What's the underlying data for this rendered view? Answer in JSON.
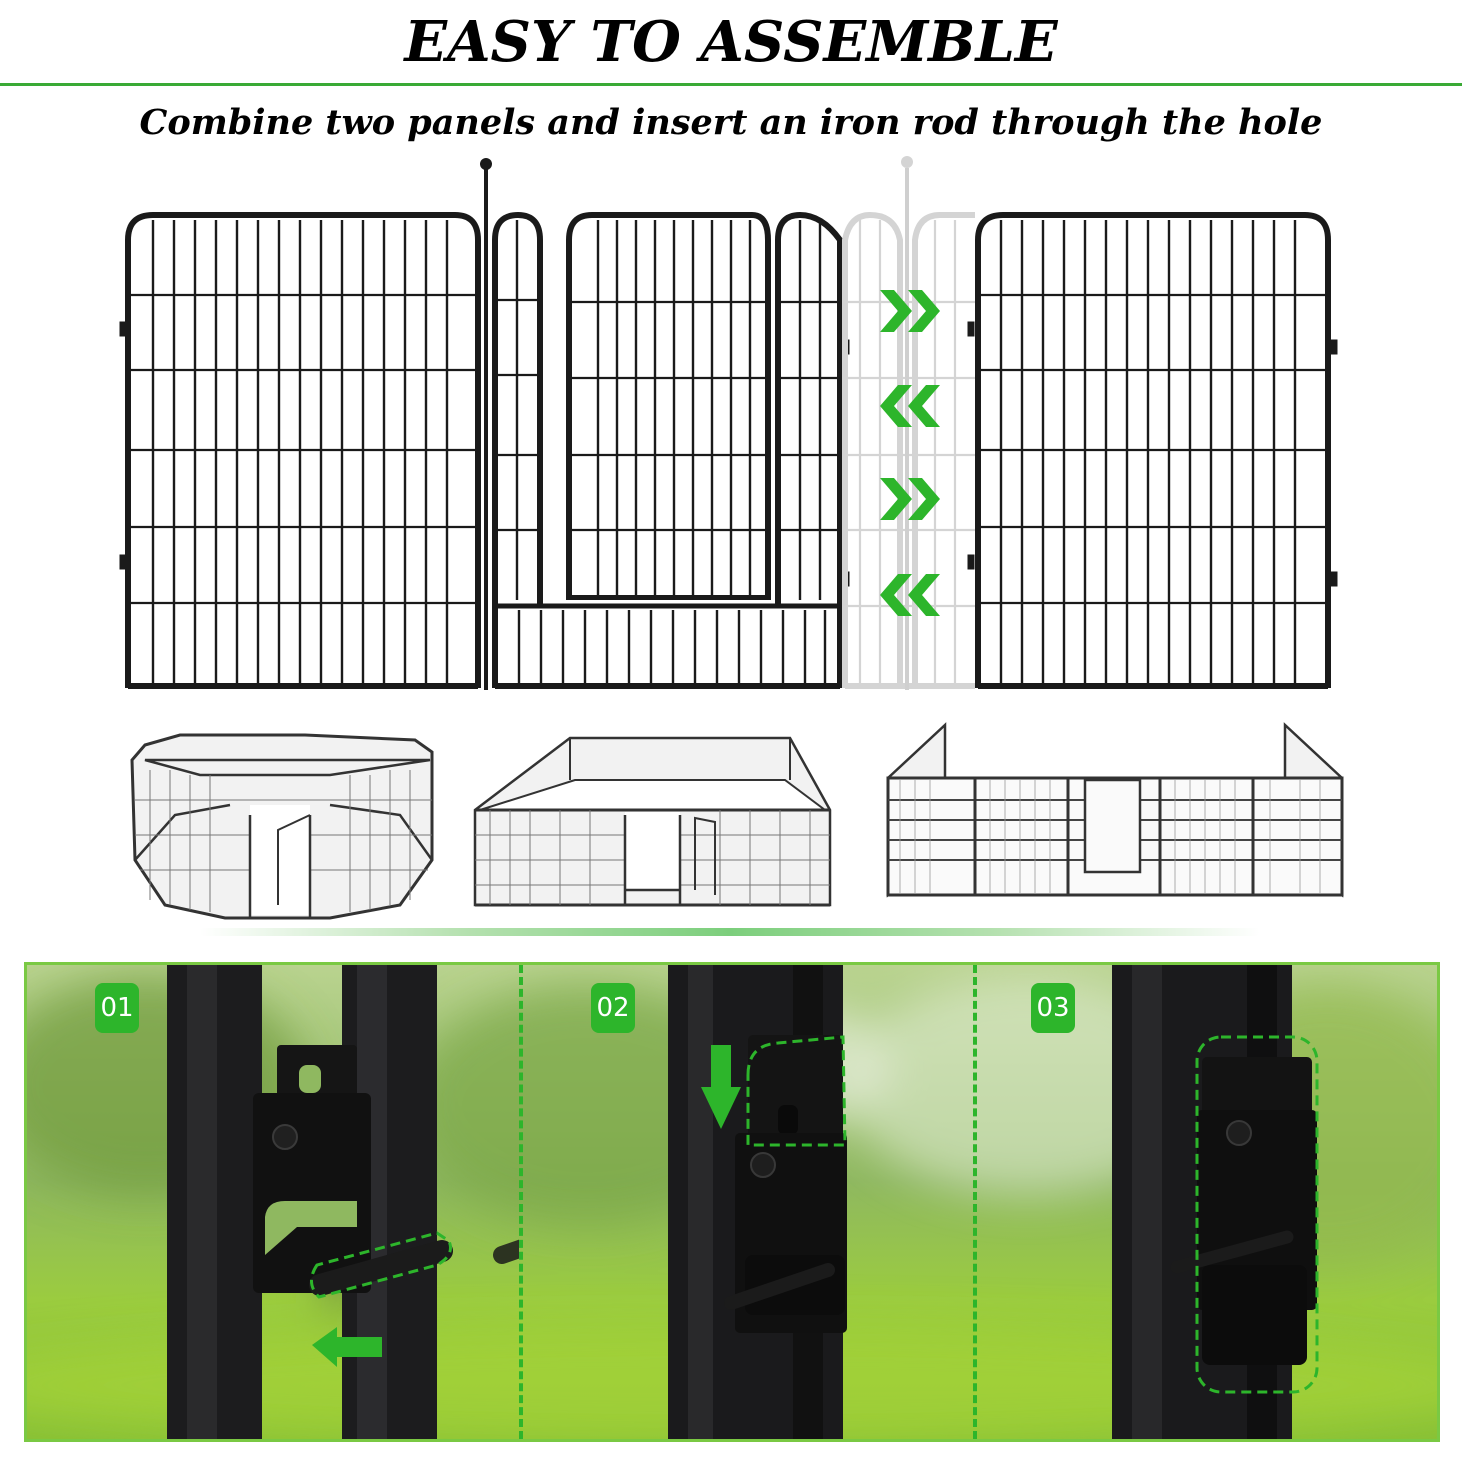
{
  "header": {
    "title": "EASY TO ASSEMBLE",
    "subtitle": "Combine two panels and insert an iron rod through the hole",
    "rule_color": "#3aaa35"
  },
  "diagram": {
    "panels": [
      {
        "name": "left-panel",
        "type": "full"
      },
      {
        "name": "gate-panel",
        "type": "door"
      },
      {
        "name": "ghost-panel",
        "type": "faded"
      },
      {
        "name": "right-panel",
        "type": "full"
      }
    ],
    "connector_rods": [
      {
        "name": "iron-rod-left",
        "style": "solid"
      },
      {
        "name": "iron-rod-right",
        "style": "faded"
      }
    ],
    "arrows": [
      {
        "direction": "right",
        "icon": "double-chevron-right-icon"
      },
      {
        "direction": "left",
        "icon": "double-chevron-left-icon"
      },
      {
        "direction": "right",
        "icon": "double-chevron-right-icon"
      },
      {
        "direction": "left",
        "icon": "double-chevron-left-icon"
      }
    ],
    "accent_color": "#2db52b"
  },
  "layouts": [
    {
      "name": "octagon-layout"
    },
    {
      "name": "rectangle-layout"
    },
    {
      "name": "u-shape-layout"
    }
  ],
  "steps": [
    {
      "number": "01",
      "hint": "insert-rod",
      "arrow_icon": "arrow-left-icon"
    },
    {
      "number": "02",
      "hint": "slide-latch-down",
      "arrow_icon": "arrow-down-icon"
    },
    {
      "number": "03",
      "hint": "latch-locked",
      "arrow_icon": null
    }
  ],
  "colors": {
    "accent_green": "#2db52b",
    "border_green": "#7ac943",
    "metal": "#1a1a1a"
  }
}
